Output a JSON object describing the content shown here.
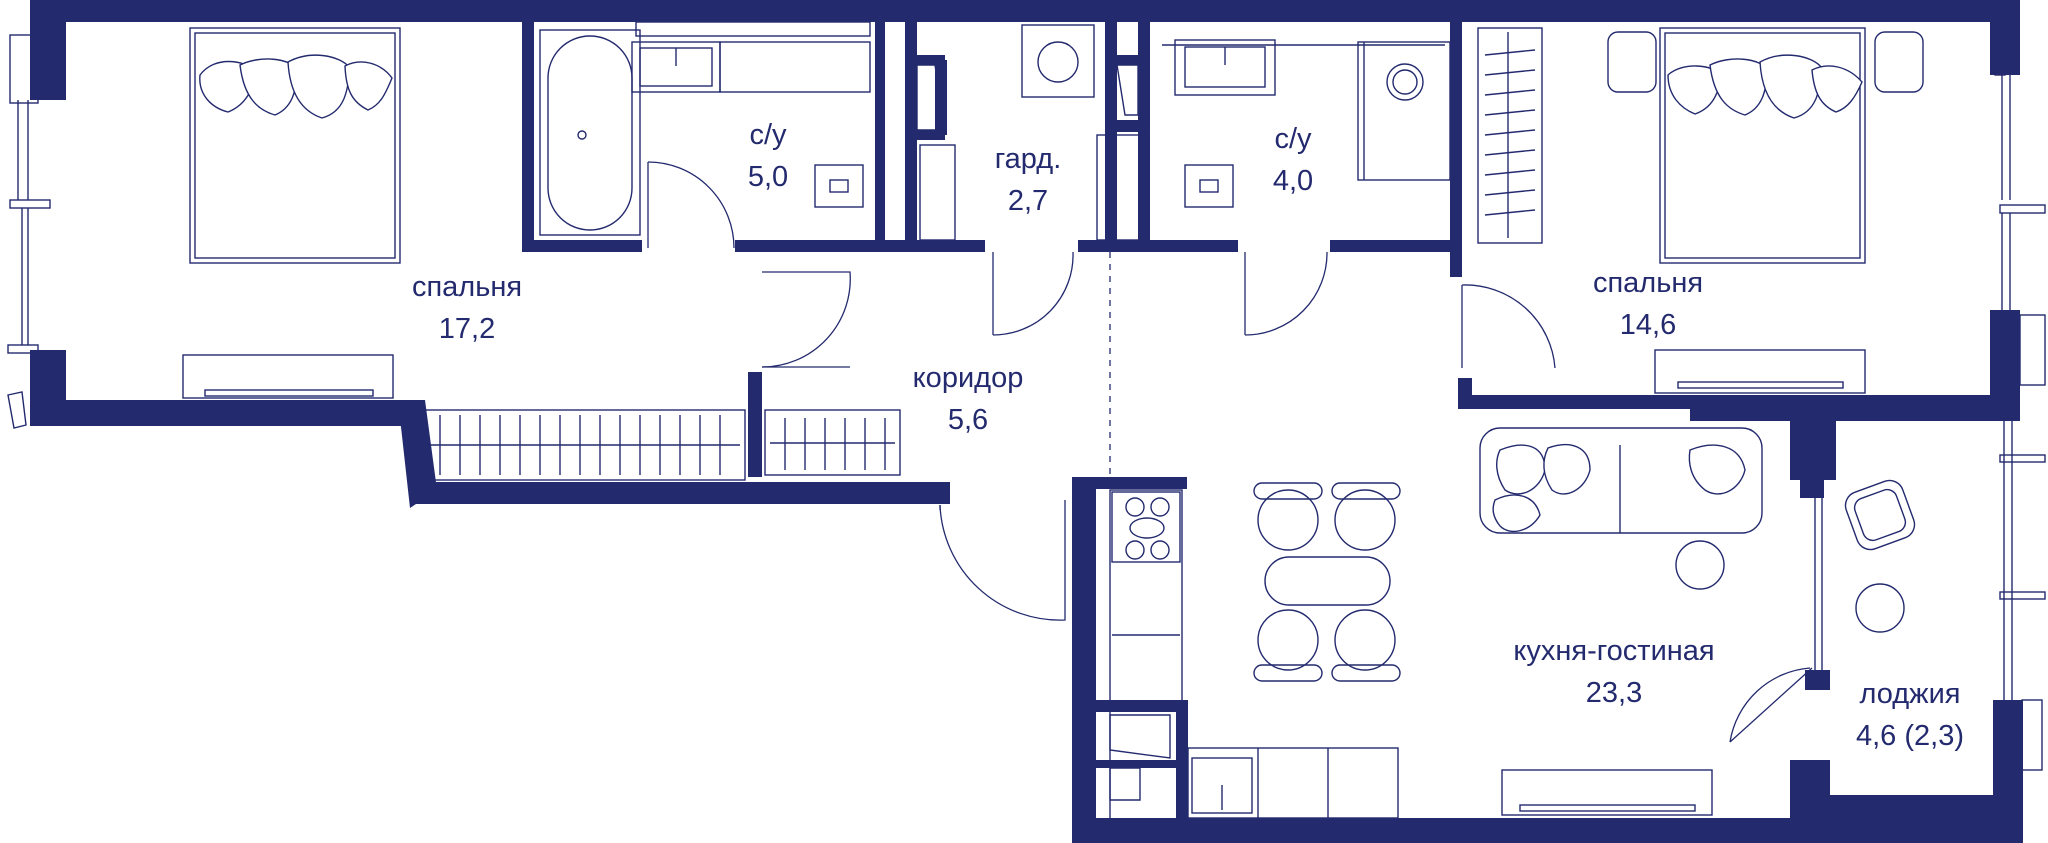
{
  "rooms": [
    {
      "name": "спальня",
      "area": "17,2"
    },
    {
      "name": "с/у",
      "area": "5,0"
    },
    {
      "name": "гард.",
      "area": "2,7"
    },
    {
      "name": "с/у",
      "area": "4,0"
    },
    {
      "name": "спальня",
      "area": "14,6"
    },
    {
      "name": "коридор",
      "area": "5,6"
    },
    {
      "name": "кухня-гостиная",
      "area": "23,3"
    },
    {
      "name": "лоджия",
      "area": "4,6 (2,3)"
    }
  ],
  "colors": {
    "walls": "#232a6e",
    "background": "#ffffff"
  }
}
